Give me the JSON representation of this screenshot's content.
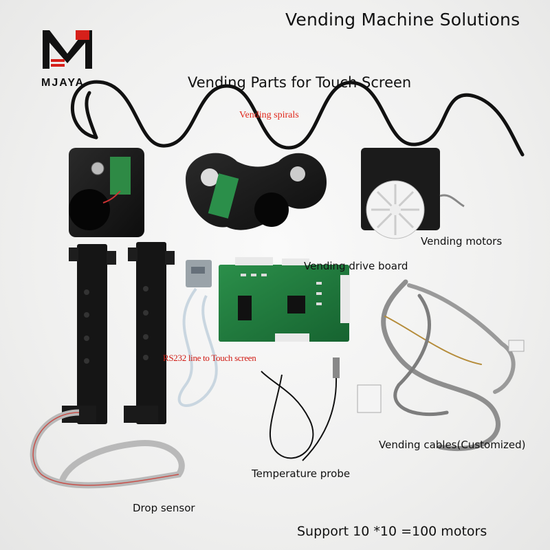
{
  "brand": {
    "name": "MJAYA",
    "logo_icon": "m-logo-icon"
  },
  "headline": "Vending Machine Solutions",
  "subheadline": "Vending Parts for Touch Screen",
  "labels": {
    "spirals": "Vending spirals",
    "motors": "Vending motors",
    "drive_board": "Vending drive board",
    "rs232": "RS232 line to Touch screen",
    "cables": "Vending cables(Customized)",
    "temperature": "Temperature probe",
    "drop_sensor": "Drop sensor"
  },
  "footer": "Support 10 *10 =100 motors",
  "colors": {
    "accent_red": "#e0261a",
    "logo_red": "#d6201a",
    "board_green": "#1f7a3a"
  }
}
